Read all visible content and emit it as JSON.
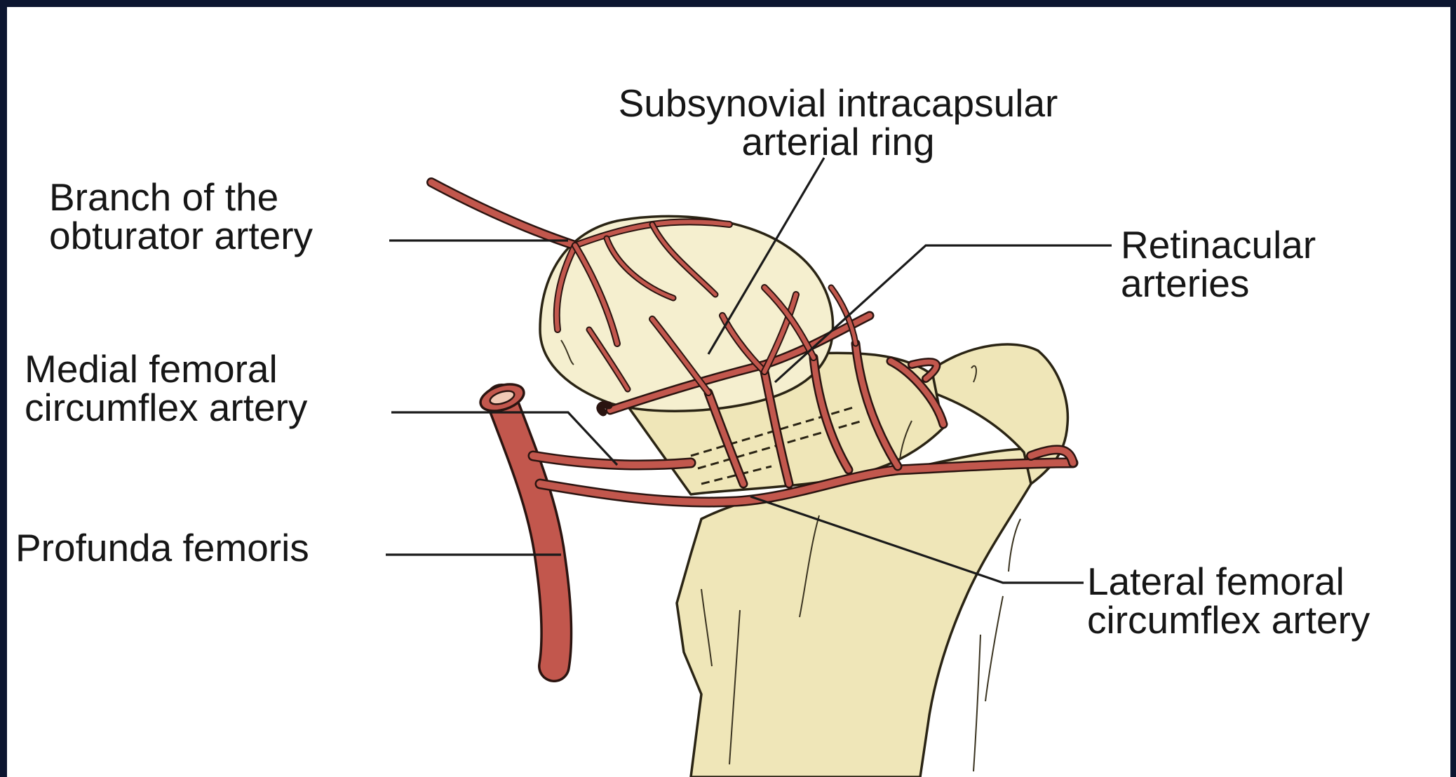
{
  "colors": {
    "frame": "#0c1530",
    "bone": "#efe6b8",
    "artery": "#c2574d",
    "text": "#161616"
  },
  "labels": {
    "subsynovial_line1": "Subsynovial intracapsular",
    "subsynovial_line2": "arterial ring",
    "obturator_line1": "Branch of the",
    "obturator_line2": "obturator artery",
    "retinacular_line1": "Retinacular",
    "retinacular_line2": "arteries",
    "medial_line1": "Medial femoral",
    "medial_line2": "circumflex artery",
    "profunda": "Profunda femoris",
    "lateral_line1": "Lateral femoral",
    "lateral_line2": "circumflex artery"
  }
}
